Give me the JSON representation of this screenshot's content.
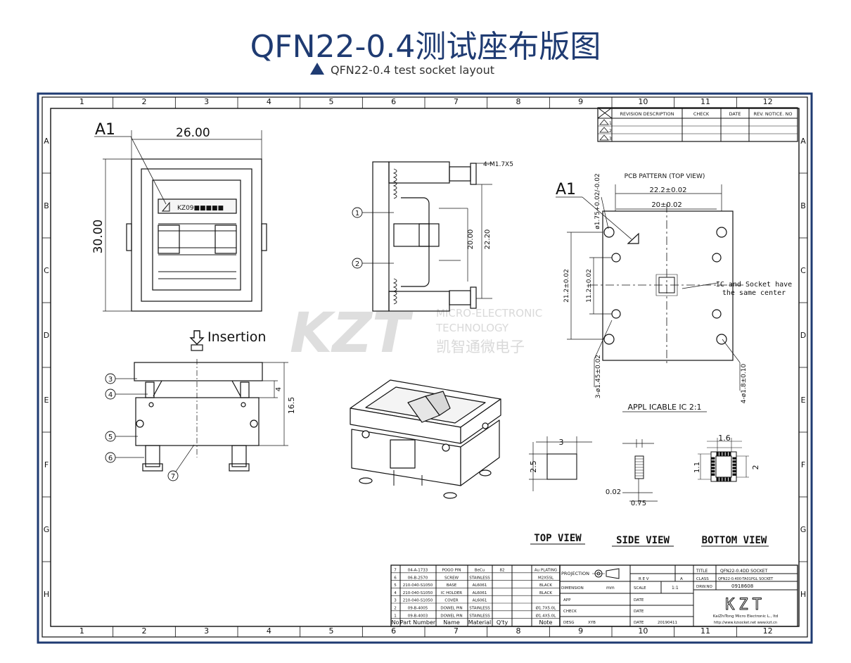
{
  "title": "QFN22-0.4测试座布版图",
  "subtitle": "QFN22-0.4 test socket layout",
  "colors": {
    "frame": "#1f3b72",
    "title": "#1f3b72",
    "watermark": "#d9d9d9"
  },
  "border": {
    "cols": [
      "1",
      "2",
      "3",
      "4",
      "5",
      "6",
      "7",
      "8",
      "9",
      "10",
      "11",
      "12"
    ],
    "rows": [
      "A",
      "B",
      "C",
      "D",
      "E",
      "F",
      "G",
      "H"
    ]
  },
  "revision": {
    "headers": [
      "REVISION DESCRIPTION",
      "CHECK",
      "DATE",
      "REV. NOTICE. NO"
    ],
    "rows": [
      "1",
      "2",
      "3"
    ]
  },
  "top_view": {
    "a1": "A1",
    "width": "26.00",
    "height": "30.00",
    "chip_mark": "KZ09■■■■■"
  },
  "side_view": {
    "screw": "4-M1.7X5",
    "dim1": "20.00",
    "dim2": "22.20",
    "b1": "1",
    "b2": "2"
  },
  "front_view": {
    "insertion": "Insertion",
    "height": "16.5",
    "dim4": "4",
    "b3": "3",
    "b4": "4",
    "b5": "5",
    "b6": "6",
    "b7": "7"
  },
  "pcb": {
    "title": "PCB PATTERN  (TOP VIEW)",
    "a1": "A1",
    "dim_22": "22.2±0.02",
    "dim_20": "20±0.02",
    "dim_h21": "21.2±0.02",
    "dim_h11": "11.2±0.02",
    "hole_175": "ø1.75+0.02/-0.02",
    "hole_145": "3-ø1.45±0.02",
    "hole_18": "4-ø1.8±0.10",
    "note1": "IC and Socket have",
    "note2": "the same center"
  },
  "ic": {
    "title": "APPL ICABLE IC 2:1",
    "w": "3",
    "h": "2.5",
    "d16": "1.6",
    "d11": "1.1",
    "d2": "2",
    "d002": "0.02",
    "d075": "0.75"
  },
  "views": {
    "top": "TOP VIEW",
    "side": "SIDE VIEW",
    "bottom": "BOTTOM VIEW"
  },
  "watermark": {
    "logo": "KZT",
    "line1": "MICRO-ELECTRONIC",
    "line2": "TECHNOLOGY",
    "cn": "凯智通微电子"
  },
  "bom": {
    "rows": [
      {
        "no": "7",
        "part": "04-A-1733",
        "name": "POGO PIN",
        "mat": "BeCu",
        "qty": "82",
        "note": "Au PLATING"
      },
      {
        "no": "6",
        "part": "06-B-2570",
        "name": "SCREW",
        "mat": "STAINLESS",
        "qty": "",
        "note": "M2X5SL"
      },
      {
        "no": "5",
        "part": "210-040-S1050",
        "name": "BASE",
        "mat": "AL6061",
        "qty": "",
        "note": "BLACK"
      },
      {
        "no": "4",
        "part": "210-040-S1050",
        "name": "IC HOLDER",
        "mat": "AL6061",
        "qty": "",
        "note": "BLACK"
      },
      {
        "no": "3",
        "part": "210-040-S1050",
        "name": "COVER",
        "mat": "AL6061",
        "qty": "",
        "note": ""
      },
      {
        "no": "2",
        "part": "09-B-4005",
        "name": "DOWEL PIN",
        "mat": "STAINLESS",
        "qty": "",
        "note": "Ø1.7X5.0L"
      },
      {
        "no": "1",
        "part": "09-B-4003",
        "name": "DOWEL PIN",
        "mat": "STAINLESS",
        "qty": "",
        "note": "Ø1.4X5.0L"
      }
    ],
    "headers": {
      "no": "No",
      "part": "Part Number",
      "name": "Name",
      "mat": "Material",
      "qty": "Q'ty",
      "note": "Note"
    }
  },
  "titleblock": {
    "projection": "PROJECTION",
    "dimension": "DIMENSION",
    "dim_unit": "mm",
    "scale_label": "SCALE",
    "scale": "1:1",
    "app": "APP",
    "check": "CHECK",
    "desg": "DESG",
    "designer": "XYB",
    "date_label": "DATE",
    "date": "20190411",
    "rev_label": "R E V",
    "rev": "A",
    "title_label": "TITLE",
    "title": "QFN22-0.4DD SOCKET",
    "class_label": "CLASS",
    "class": "QFN22-0.400-TA01PGL SOCKET",
    "dwg_label": "DRW.NO",
    "dwg": "0918608",
    "company": "KaiZhiTong Micro Electronic L., ltd",
    "url": "http://www.kzsocket.net  www.kzt.cn",
    "logo": "KZT"
  }
}
